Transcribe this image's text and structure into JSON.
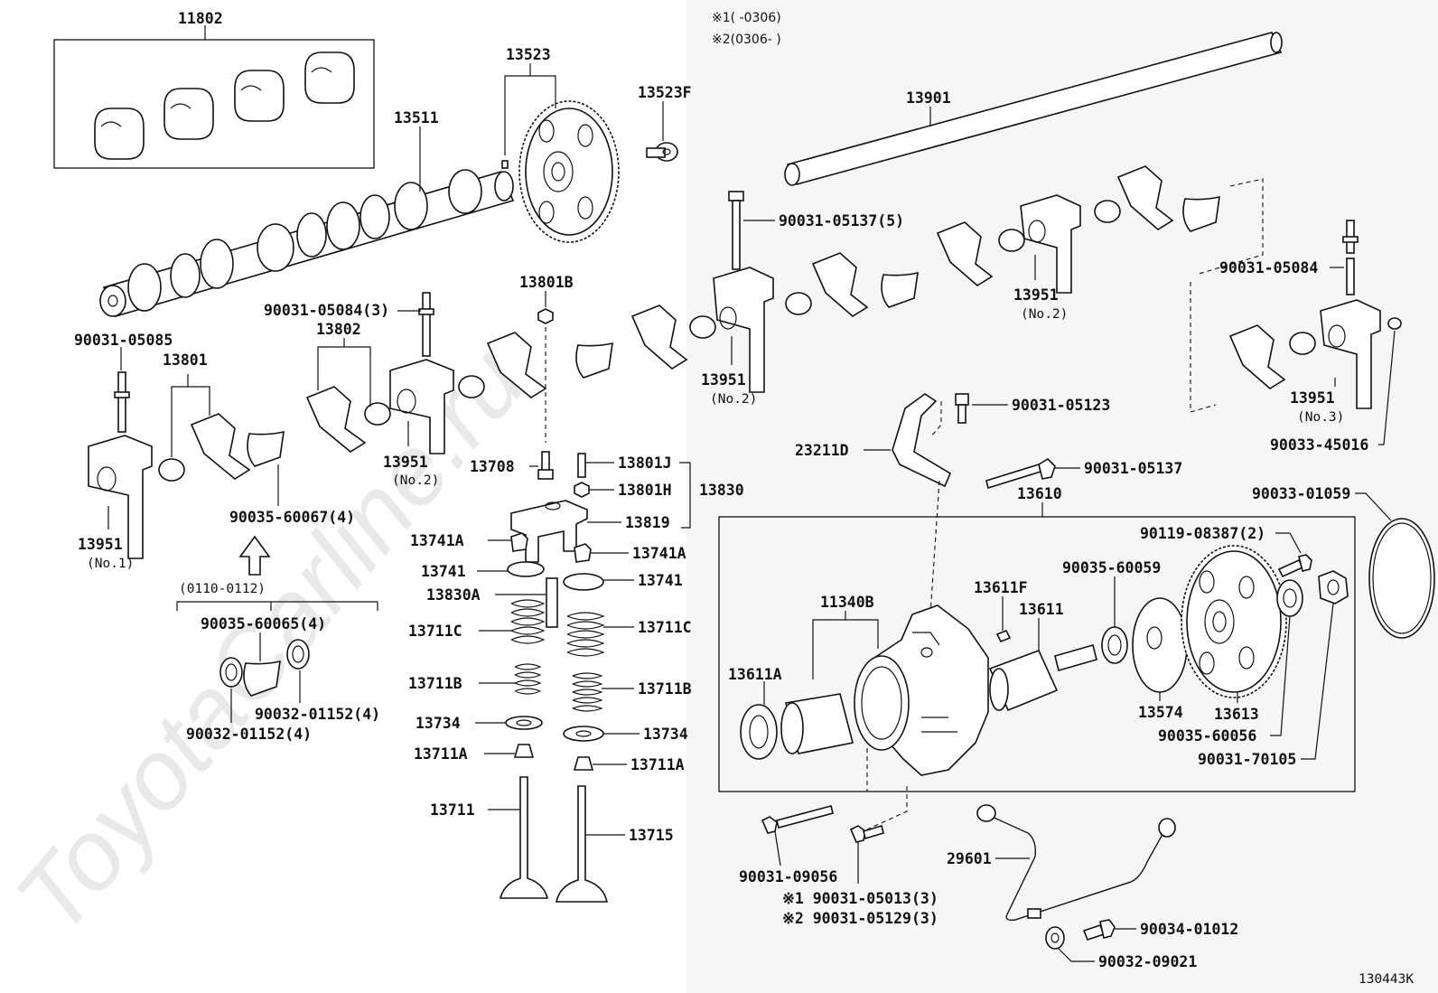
{
  "watermark": "ToyotaCarline.ru",
  "diagram_code": "130443K",
  "notes": {
    "n1": "※1(        -0306)",
    "n2": "※2(0306-        )"
  },
  "labels": {
    "p11802": "11802",
    "p13523": "13523",
    "p13523F": "13523F",
    "p13511": "13511",
    "p13901": "13901",
    "p90031_05137_5": "90031-05137(5)",
    "p90031_05084_r": "90031-05084",
    "p13951_no2_r": "13951",
    "p13951_no2_r_sub": "(No.2)",
    "p13801B": "13801B",
    "p90031_05084_3": "90031-05084(3)",
    "p90031_05085": "90031-05085",
    "p13801": "13801",
    "p13802": "13802",
    "p13951_no2_m": "13951",
    "p13951_no2_m_sub": "(No.2)",
    "p13951_no2_l": "13951",
    "p13951_no2_l_sub": "(No.2)",
    "p13951_no1": "13951",
    "p13951_no1_sub": "(No.1)",
    "p13951_no3": "13951",
    "p13951_no3_sub": "(No.3)",
    "p90033_45016": "90033-45016",
    "p90031_05123": "90031-05123",
    "p23211D": "23211D",
    "p90031_05137": "90031-05137",
    "p13708": "13708",
    "p13801J": "13801J",
    "p13801H": "13801H",
    "p13830": "13830",
    "p13819": "13819",
    "p90035_60067": "90035-60067(4)",
    "p13741A_l": "13741A",
    "p13741A_r": "13741A",
    "p13741_l": "13741",
    "p13741_r": "13741",
    "p13830A": "13830A",
    "p13711C_l": "13711C",
    "p13711C_r": "13711C",
    "p13711B_l": "13711B",
    "p13711B_r": "13711B",
    "p13734_l": "13734",
    "p13734_r": "13734",
    "p13711A_l": "13711A",
    "p13711A_r": "13711A",
    "p13711": "13711",
    "p13715": "13715",
    "p0110_0112": "(0110-0112)",
    "p90035_60065": "90035-60065(4)",
    "p90032_01152_a": "90032-01152(4)",
    "p90032_01152_b": "90032-01152(4)",
    "p13610": "13610",
    "p90033_01059": "90033-01059",
    "p90119_08387": "90119-08387(2)",
    "p90035_60059": "90035-60059",
    "p13611F": "13611F",
    "p13611": "13611",
    "p11340B": "11340B",
    "p13611A": "13611A",
    "p13574": "13574",
    "p13613": "13613",
    "p90035_60056": "90035-60056",
    "p90031_70105": "90031-70105",
    "p90031_09056": "90031-09056",
    "p90031_05013": "※1 90031-05013(3)",
    "p90031_05129": "※2 90031-05129(3)",
    "p29601": "29601",
    "p90034_01012": "90034-01012",
    "p90032_09021": "90032-09021"
  }
}
